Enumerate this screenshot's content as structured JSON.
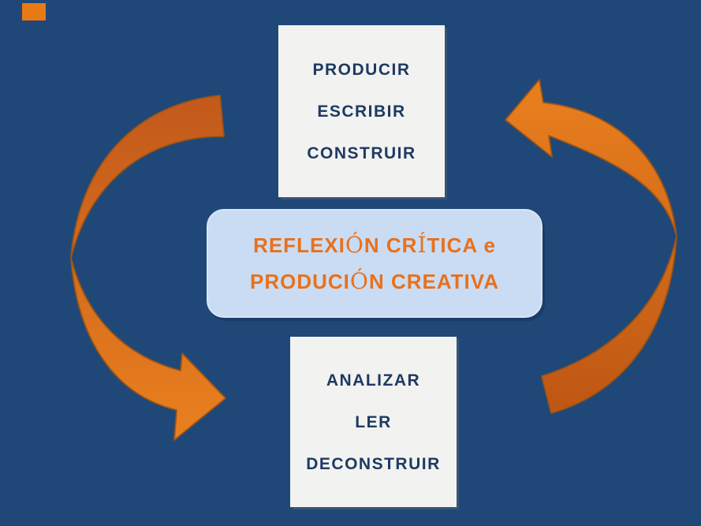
{
  "colors": {
    "background": "#1F4878",
    "process_box_fill": "#F2F2F0",
    "process_box_text": "#1E3A63",
    "center_box_fill": "#C9DCF3",
    "center_box_text": "#E8711C",
    "arrow_bright": "#E9801F",
    "arrow_dark": "#C2591B",
    "corner_mark": "#E87917"
  },
  "top_box": {
    "items": [
      "PRODUCIR",
      "ESCRIBIR",
      "CONSTRUIR"
    ]
  },
  "center_box": {
    "line1_text": "REFLEXIÓN CRÍTICA e",
    "line2_text": "PRODUCIÓN CREATIVA",
    "line1": {
      "seg0": "REFLEXI",
      "seg1": "Ó",
      "seg2": "N CR",
      "seg3": "Í",
      "seg4": "TICA e"
    },
    "line2": {
      "seg0": "PRODUCI",
      "seg1": "Ó",
      "seg2": "N CREATIVA"
    }
  },
  "bottom_box": {
    "items": [
      "ANALIZAR",
      "LER",
      "DECONSTRUIR"
    ]
  },
  "arrows": {
    "left_direction": "top-to-bottom",
    "right_direction": "bottom-to-top"
  }
}
